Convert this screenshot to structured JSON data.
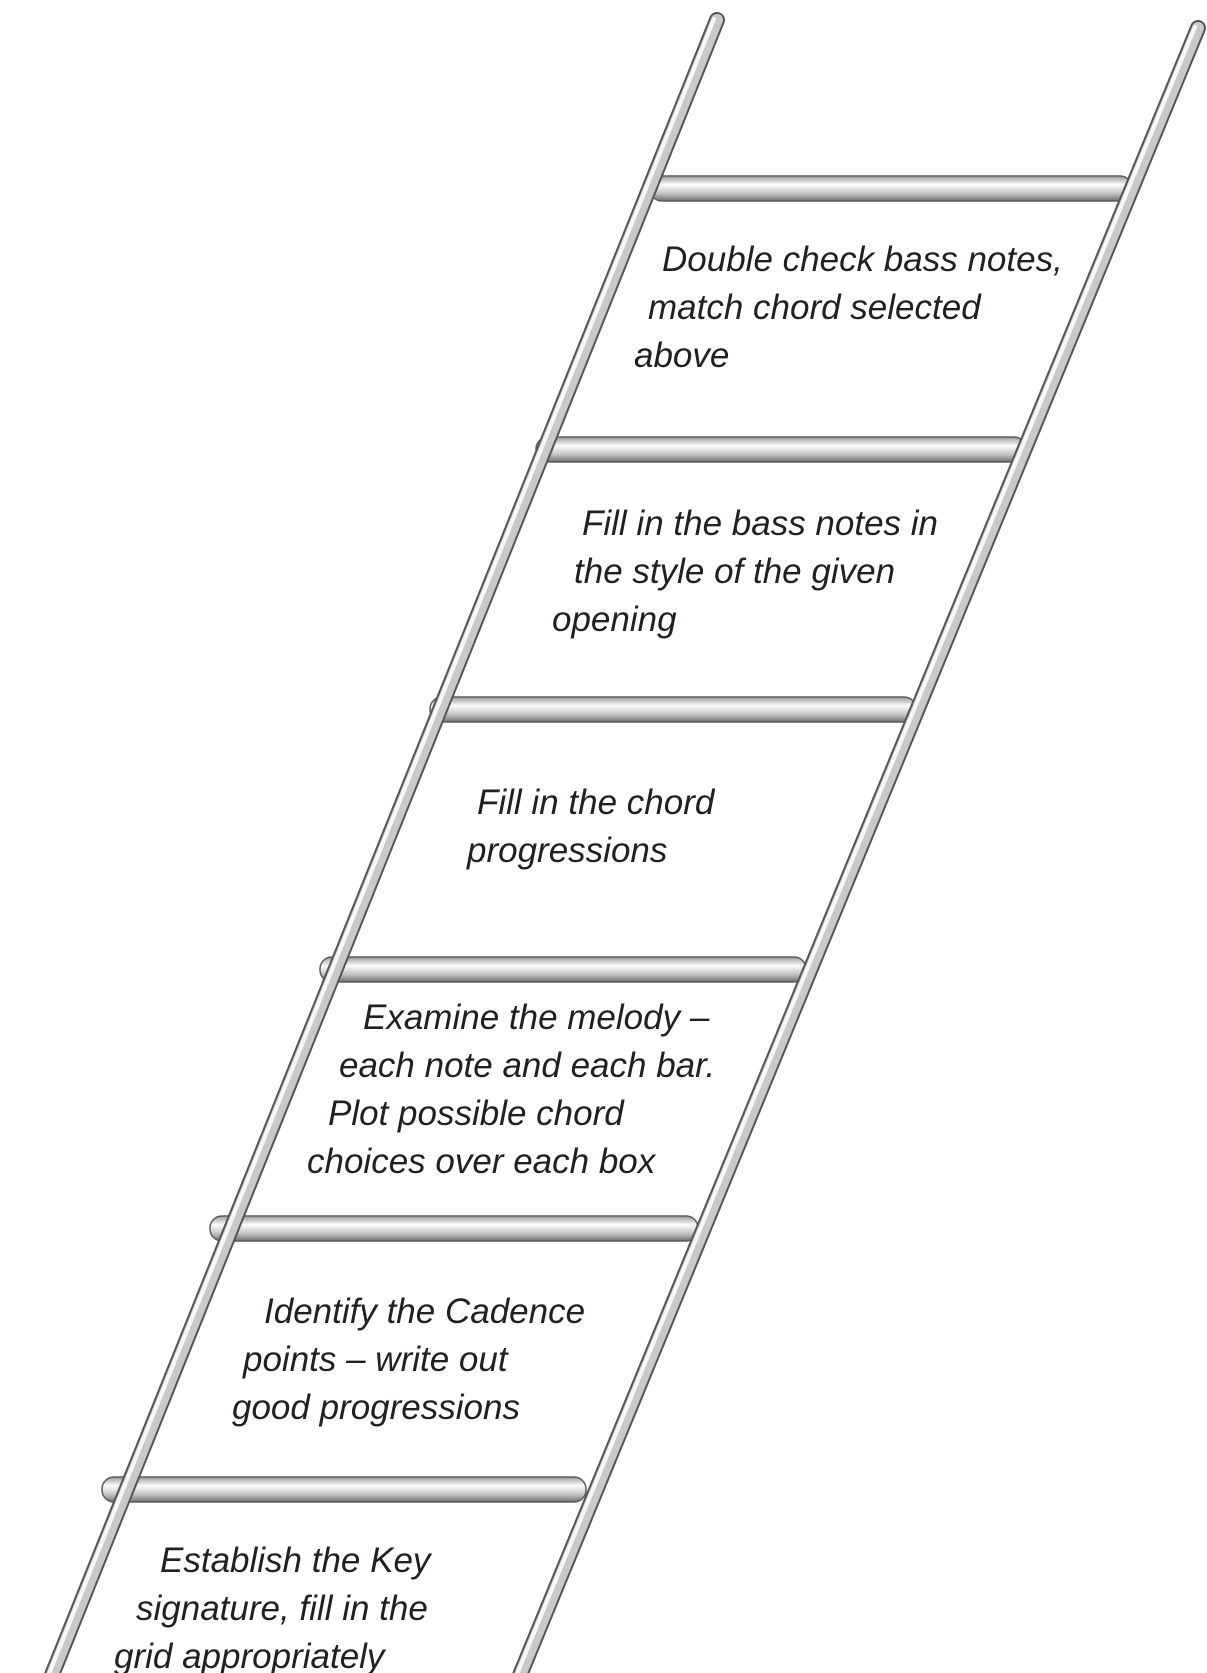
{
  "colors": {
    "background": "#ffffff",
    "rail_highlight": "#f7f7f7",
    "rail_mid": "#c9c9c9",
    "rail_shadow": "#7a7a7a",
    "rail_outline": "#555555",
    "text": "#231f20"
  },
  "steps": [
    {
      "id": "double-check-bass-notes",
      "lines": [
        "Double check bass notes,",
        "match chord selected",
        "above"
      ]
    },
    {
      "id": "fill-in-bass-notes",
      "lines": [
        "Fill in the bass notes in",
        "the style of the given",
        "opening"
      ]
    },
    {
      "id": "fill-in-chord-progressions",
      "lines": [
        "Fill in the chord",
        "progressions"
      ]
    },
    {
      "id": "examine-melody",
      "lines": [
        "Examine the melody –",
        "each note and each bar.",
        "Plot possible chord",
        "choices over each box"
      ]
    },
    {
      "id": "identify-cadence-points",
      "lines": [
        "Identify the Cadence",
        "points – write out",
        "good progressions"
      ]
    },
    {
      "id": "establish-key-signature",
      "lines": [
        "Establish the Key",
        "signature, fill in the",
        "grid appropriately"
      ]
    }
  ]
}
